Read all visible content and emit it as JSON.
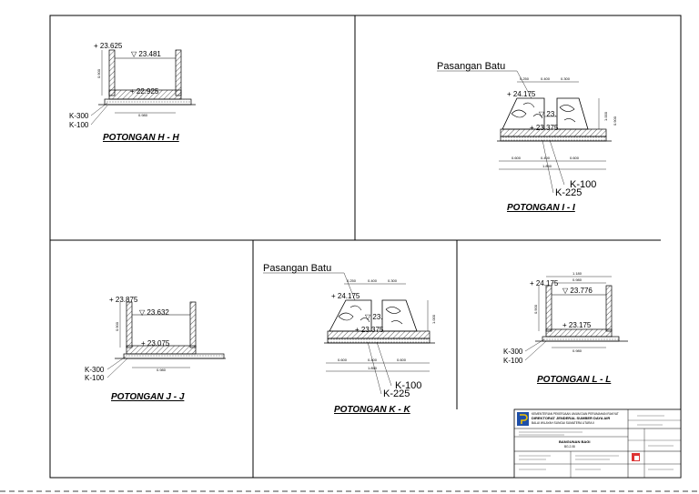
{
  "colors": {
    "ink": "#000000",
    "paper": "#ffffff",
    "hatch": "#333333",
    "logo": "#1e4fa8"
  },
  "sections": {
    "hh": {
      "title": "POTONGAN H - H",
      "elev_top": "23.625",
      "elev_water": "23.481",
      "elev_bottom": "22.925",
      "mat1": "K-300",
      "mat2": "K-100",
      "dim_h": "0.900",
      "dim_w": "0.980"
    },
    "ii": {
      "title": "POTONGAN I - I",
      "note": "Pasangan  Batu",
      "elev_top": "24.175",
      "elev_water": "23.",
      "elev_bottom": "23.375",
      "mat1": "K-100",
      "mat2": "K-225",
      "dim_top": [
        "0.250",
        "0.400",
        "0.300"
      ],
      "dim_bot": [
        "0.600",
        "0.400",
        "0.600"
      ],
      "dim_total": "1.850",
      "dim_h1": "1.000",
      "dim_h2": "0.900"
    },
    "jj": {
      "title": "POTONGAN J - J",
      "elev_top": "23.875",
      "elev_water": "23.632",
      "elev_bottom": "23.075",
      "mat1": "K-300",
      "mat2": "K-100",
      "dim_h": "0.900",
      "dim_w": "0.980"
    },
    "kk": {
      "title": "POTONGAN K - K",
      "note": "Pasangan  Batu",
      "elev_top": "24.175",
      "elev_water": "23.",
      "elev_bottom": "23.375",
      "mat1": "K-100",
      "mat2": "K-225",
      "dim_top": [
        "0.250",
        "0.400",
        "0.300"
      ],
      "dim_bot": [
        "0.600",
        "0.400",
        "0.600"
      ],
      "dim_total": "1.850",
      "dim_h1": "1.000"
    },
    "ll": {
      "title": "POTONGAN L - L",
      "elev_top": "24.175",
      "elev_water": "23.776",
      "elev_bottom": "23.175",
      "mat1": "K-300",
      "mat2": "K-100",
      "dim_top1": "1.180",
      "dim_top2": "0.980",
      "dim_h": "0.900",
      "dim_w": "0.980"
    }
  },
  "title_block": {
    "org_lines": [
      "KEMENTERIAN PEKERJAAN UMUM DAN PERUMAHAN RAKYAT",
      "DIREKTORAT JENDERAL SUMBER DAYA AIR",
      "BALAI WILAYAH SUNGAI SUMATERA UTARA II"
    ],
    "drawing_name": "BANGUNAN BAGI",
    "drawing_code": "BG.2.08"
  }
}
